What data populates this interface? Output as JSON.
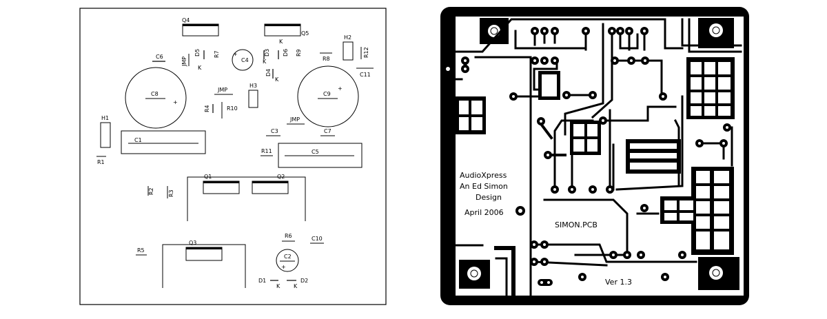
{
  "silkscreen": {
    "labels": {
      "q4": "Q4",
      "q5": "Q5",
      "c6": "C6",
      "jmp_a": "JMP",
      "d5": "D5",
      "k_d5": "K",
      "r7": "R7",
      "c4": "C4",
      "d3": "D3",
      "k_d3": "K",
      "d6": "D6",
      "r9": "R9",
      "k_q5": "K",
      "h2": "H2",
      "r12": "R12",
      "r8": "R8",
      "c11": "C11",
      "d4": "D4",
      "k_d4": "K",
      "jmp_b": "JMP",
      "h3": "H3",
      "c8": "C8",
      "plus_c8": "+",
      "c9": "C9",
      "plus_c9": "+",
      "r4": "R4",
      "r10": "R10",
      "plus_c4": "+",
      "h1": "H1",
      "c1": "C1",
      "r1": "R1",
      "c3": "C3",
      "jmp_c": "JMP",
      "c7": "C7",
      "r11": "R11",
      "c5": "C5",
      "q1": "Q1",
      "q2": "Q2",
      "r2": "R2",
      "r3": "R3",
      "r5": "R5",
      "q3": "Q3",
      "r6": "R6",
      "c10": "C10",
      "c2": "C2",
      "plus_c2": "+",
      "d1": "D1",
      "d2": "D2",
      "k_d1": "K",
      "k_d2": "K"
    }
  },
  "pcb": {
    "text_lines": [
      "AudioXpress",
      "An Ed Simon",
      "Design",
      "April 2006"
    ],
    "board_name": "SIMON.PCB",
    "version": "Ver 1.3"
  },
  "colors": {
    "ink": "#000000",
    "paper": "#ffffff"
  }
}
